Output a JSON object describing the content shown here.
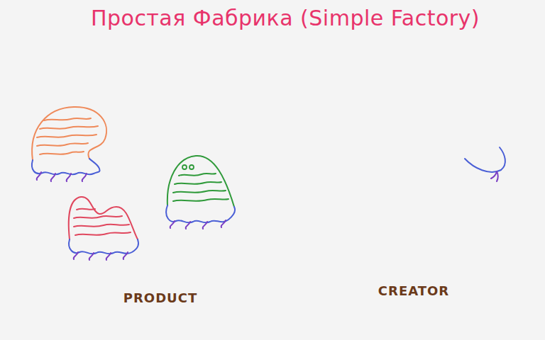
{
  "diagram": {
    "title": "Простая Фабрика (Simple Factory)",
    "labels": [
      "PRODUCT",
      "CREATOR"
    ]
  }
}
